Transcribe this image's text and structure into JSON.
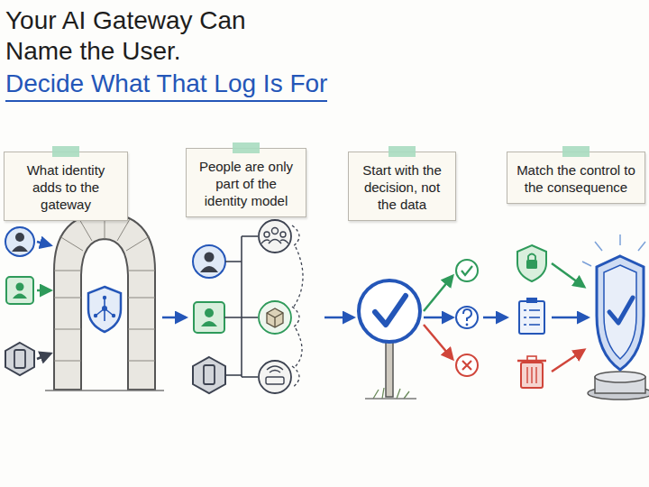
{
  "diagram": {
    "title": "Your AI Gateway Can Name the User.",
    "nodes": [
      {
        "text": [
          "What identity adds to the gateway"
        ]
      },
      {
        "text": [
          "People are only part of the identity model"
        ]
      },
      {
        "text": [
          "Start with the decision, not the data"
        ]
      },
      {
        "text": [
          "Match the control to the consequence"
        ]
      }
    ],
    "labels": [
      "Decide What That Log Is For"
    ]
  }
}
